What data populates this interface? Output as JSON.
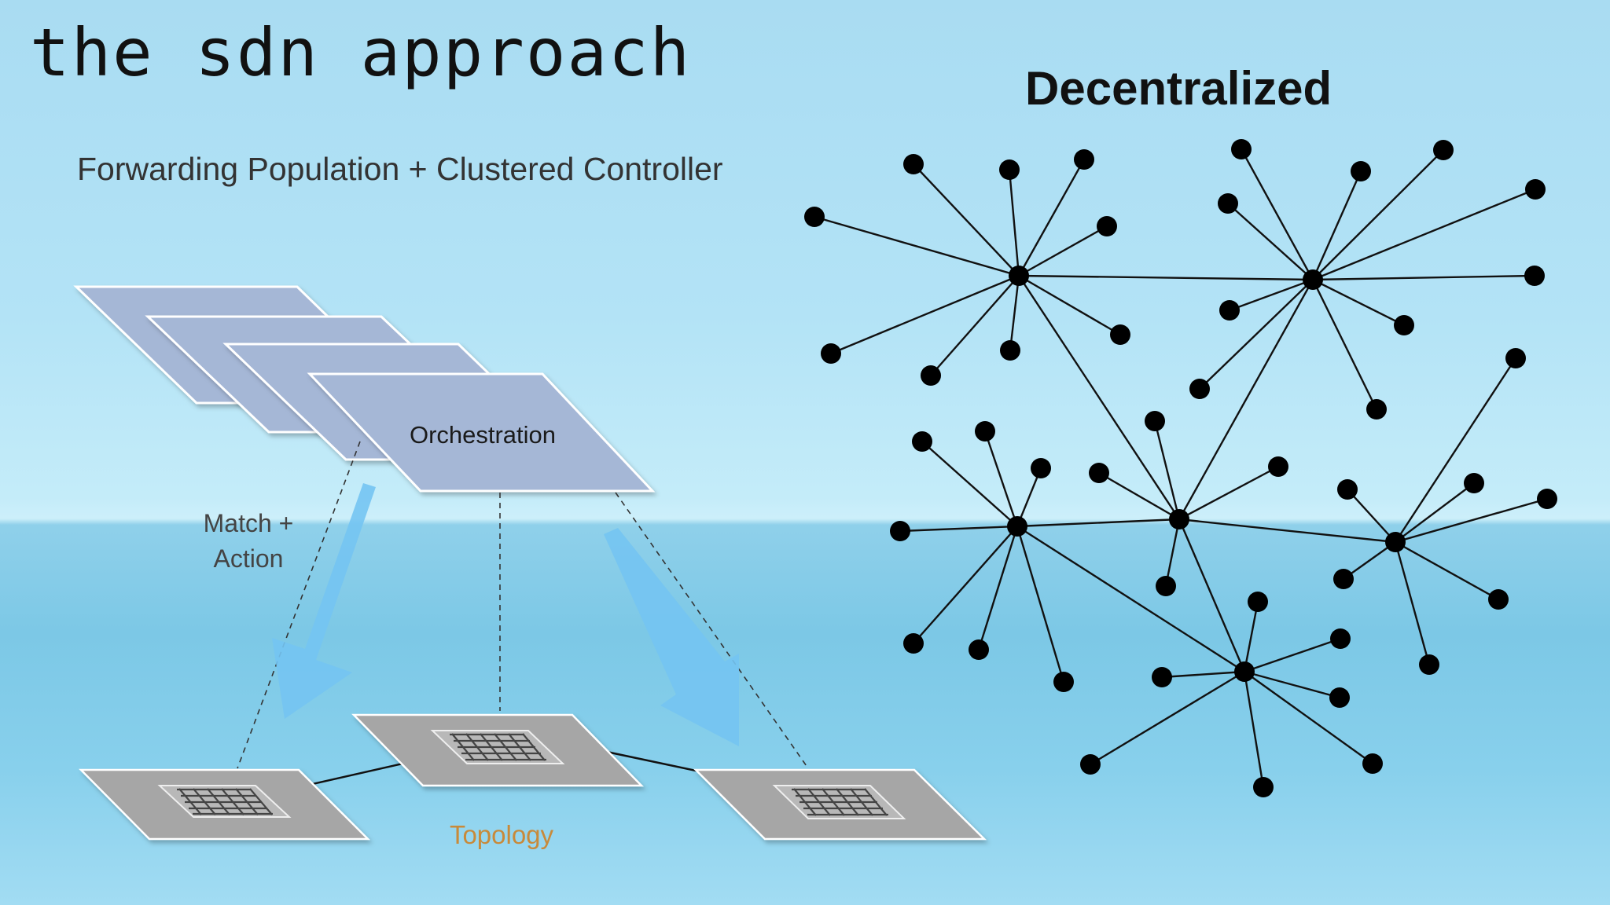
{
  "slide": {
    "title": "the sdn approach",
    "subtitle": "Forwarding Population + Clustered Controller"
  },
  "left_diagram": {
    "orchestration_label": "Orchestration",
    "match_action_line1": "Match +",
    "match_action_line2": "Action",
    "topology_label": "Topology"
  },
  "right_diagram": {
    "title": "Decentralized"
  },
  "colors": {
    "layer_fill": "#a5b7d6",
    "switch_fill": "#a6a6a6",
    "arrow_fill": "#74c4f2",
    "topology_text": "#c88a3a",
    "node": "#000000"
  }
}
